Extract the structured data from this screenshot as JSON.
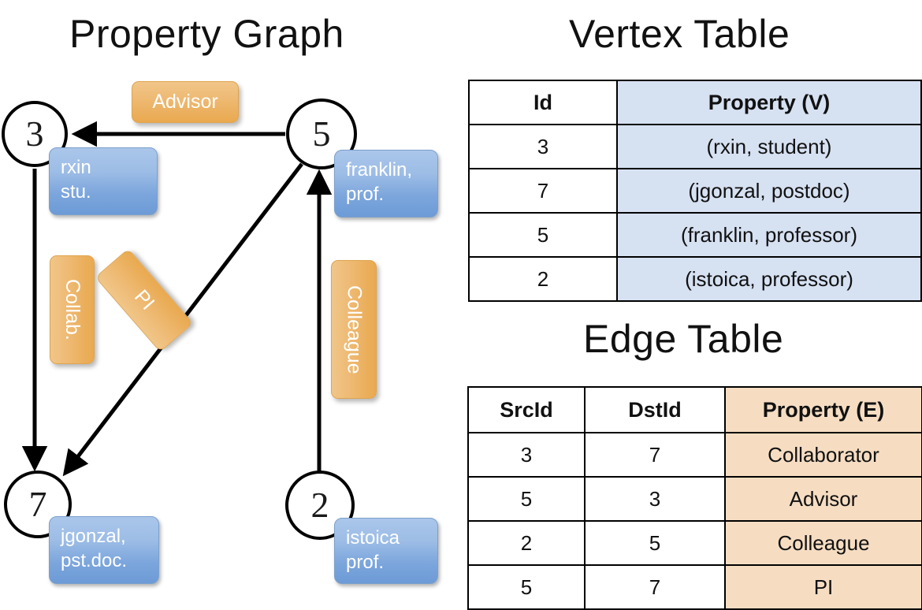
{
  "titles": {
    "graph": "Property Graph",
    "vertex_table": "Vertex Table",
    "edge_table": "Edge Table"
  },
  "graph": {
    "nodes": [
      {
        "id": "3",
        "property_line1": "rxin",
        "property_line2": "stu."
      },
      {
        "id": "5",
        "property_line1": "franklin,",
        "property_line2": "prof."
      },
      {
        "id": "7",
        "property_line1": "jgonzal,",
        "property_line2": "pst.doc."
      },
      {
        "id": "2",
        "property_line1": "istoica",
        "property_line2": "prof."
      }
    ],
    "edge_labels": [
      {
        "name": "advisor-label",
        "text": "Advisor"
      },
      {
        "name": "collab-label",
        "text": "Collab."
      },
      {
        "name": "pi-label",
        "text": "PI"
      },
      {
        "name": "colleague-label",
        "text": "Colleague"
      }
    ],
    "edges": [
      {
        "from": "5",
        "to": "3",
        "label": "Advisor"
      },
      {
        "from": "3",
        "to": "7",
        "label": "Collab."
      },
      {
        "from": "5",
        "to": "7",
        "label": "PI"
      },
      {
        "from": "2",
        "to": "5",
        "label": "Colleague"
      }
    ]
  },
  "vertex_table": {
    "headers": [
      "Id",
      "Property (V)"
    ],
    "rows": [
      {
        "id": "3",
        "property": "(rxin, student)"
      },
      {
        "id": "7",
        "property": "(jgonzal, postdoc)"
      },
      {
        "id": "5",
        "property": "(franklin, professor)"
      },
      {
        "id": "2",
        "property": "(istoica, professor)"
      }
    ]
  },
  "edge_table": {
    "headers": [
      "SrcId",
      "DstId",
      "Property (E)"
    ],
    "rows": [
      {
        "src": "3",
        "dst": "7",
        "property": "Collaborator"
      },
      {
        "src": "5",
        "dst": "3",
        "property": "Advisor"
      },
      {
        "src": "2",
        "dst": "5",
        "property": "Colleague"
      },
      {
        "src": "5",
        "dst": "7",
        "property": "PI"
      }
    ]
  },
  "colors": {
    "vertex_property_fill": "#d6e1f2",
    "edge_property_fill": "#f6ddc2",
    "node_box_blue": "#7ba5dc",
    "edge_box_orange": "#e9a94f",
    "border": "#000000",
    "background": "#ffffff"
  }
}
